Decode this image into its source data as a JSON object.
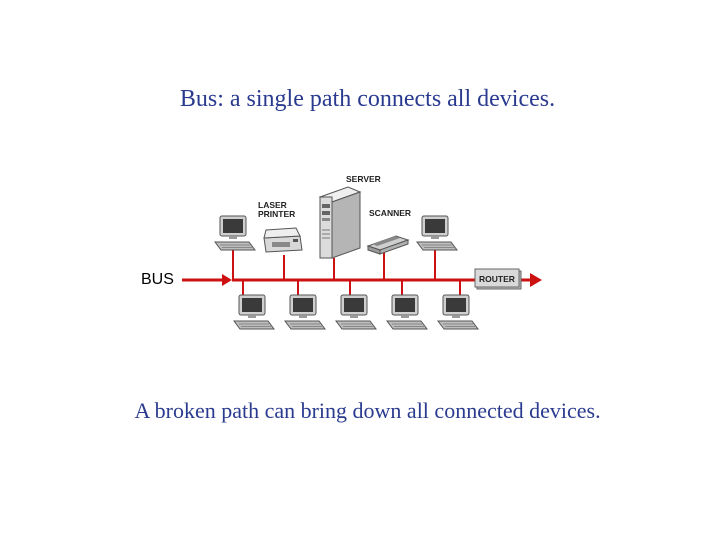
{
  "slide": {
    "title": "Bus: a single path connects all devices.",
    "caption": "A broken path can bring down all connected devices."
  },
  "diagram": {
    "bus_label": "BUS",
    "server_label": "SERVER",
    "laser_printer_label_line1": "LASER",
    "laser_printer_label_line2": "PRINTER",
    "scanner_label": "SCANNER",
    "router_label": "ROUTER"
  },
  "colors": {
    "title_text": "#2a3b8f",
    "bus_line": "#cc1111",
    "device_body": "#c8c8c8",
    "screen": "#3a3a3a"
  }
}
